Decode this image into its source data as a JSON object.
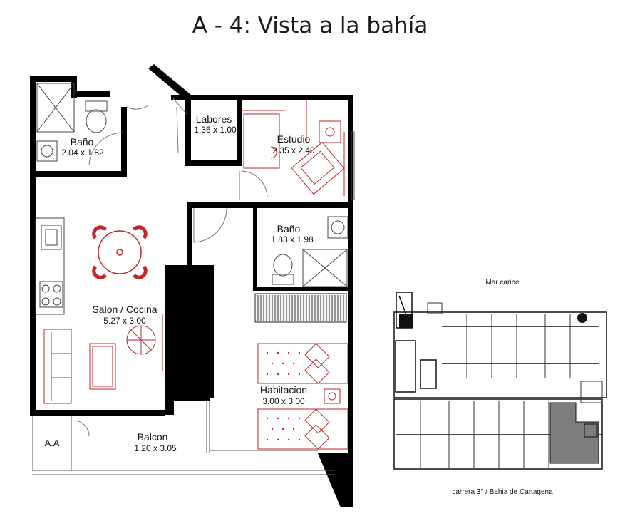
{
  "title": "A - 4: Vista a la bahía",
  "colors": {
    "wall": "#000000",
    "furniture": "#c0262c",
    "shade": "#7d7d7d"
  },
  "rooms": [
    {
      "name": "Baño",
      "dims": "2.04 x 1.82"
    },
    {
      "name": "Labores",
      "dims": "1.36 x 1.00"
    },
    {
      "name": "Estudio",
      "dims": "2.35 x 2.40"
    },
    {
      "name": "Baño",
      "dims": "1.83 x 1.98"
    },
    {
      "name": "Salon / Cocina",
      "dims": "5.27 x 3.00"
    },
    {
      "name": "Habitacion",
      "dims": "3.00 x 3.00"
    },
    {
      "name": "Balcon",
      "dims": "1.20 x 3.05"
    }
  ],
  "aa_label": "A.A",
  "site_plan": {
    "top_caption": "Mar caribe",
    "bottom_caption": "carrera 3° / Bahia de Cartagena"
  }
}
